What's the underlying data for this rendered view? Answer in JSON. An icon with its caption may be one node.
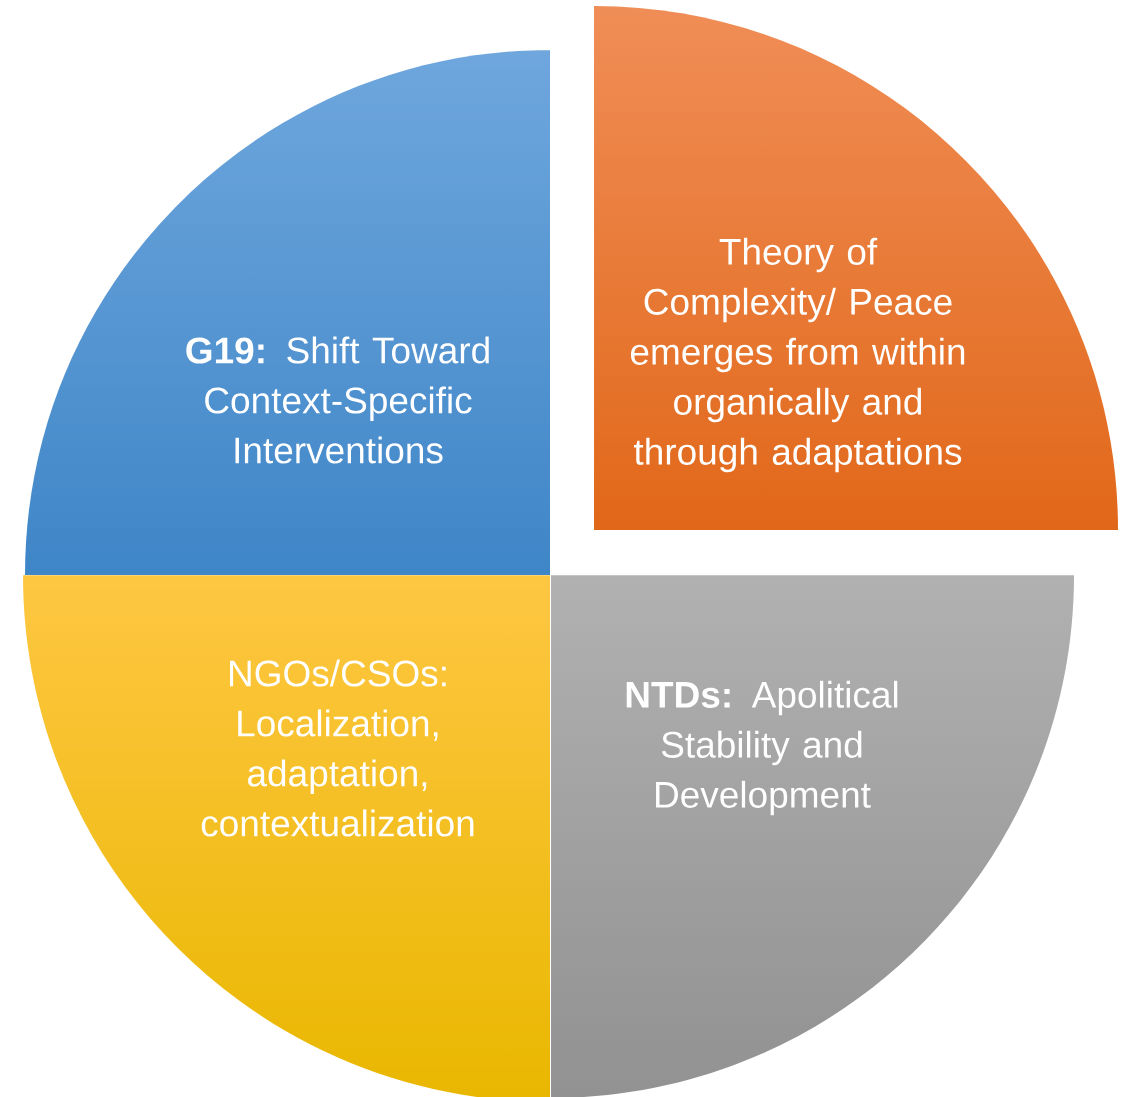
{
  "diagram": {
    "nodes": [
      {
        "text": [
          "**G19:** Shift Toward Context-Specific Interventions"
        ]
      },
      {
        "text": [
          "Theory of Complexity/ Peace emerges from within organically and through adaptations"
        ]
      },
      {
        "text": [
          "NGOs/CSOs: Localization, adaptation, contextualization"
        ]
      },
      {
        "text": [
          "**NTDs:** Apolitical Stability and Development"
        ]
      }
    ]
  }
}
